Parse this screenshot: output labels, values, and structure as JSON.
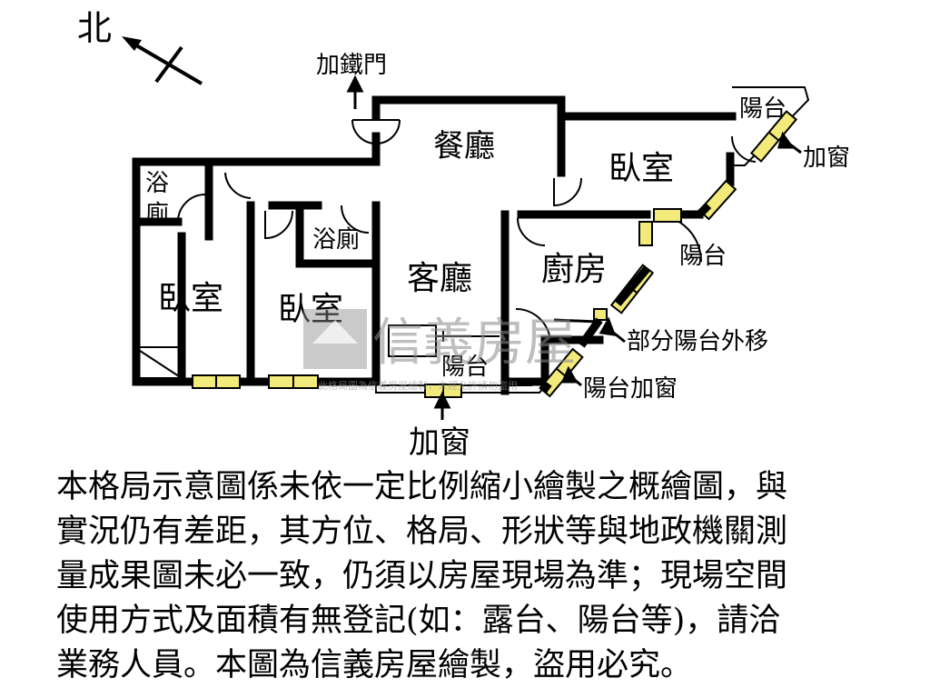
{
  "compass": {
    "label": "北"
  },
  "rooms": {
    "dining": "餐廳",
    "bedroom_top": "臥室",
    "bath_left_1": "浴",
    "bath_left_2": "廁",
    "bath_mid": "浴廁",
    "living": "客廳",
    "kitchen": "廚房",
    "bedroom_left": "臥室",
    "bedroom_mid": "臥室",
    "balcony_top": "陽台",
    "balcony_right": "陽台",
    "balcony_bottom": "陽台"
  },
  "callouts": {
    "iron_door": "加鐵門",
    "window_top": "加窗",
    "partial_balcony": "部分陽台外移",
    "balcony_window": "陽台加窗",
    "window_bottom": "加窗"
  },
  "watermark": {
    "brand": "信義房屋",
    "small": "此格局圖為信義房屋繪製，未經允許請勿盜用"
  },
  "disclaimer": {
    "lines": [
      "本格局示意圖係未依一定比例縮小繪製之概繪圖，與",
      "實況仍有差距，其方位、格局、形狀等與地政機關測",
      "量成果圖未必一致，仍須以房屋現場為準；現場空間",
      "使用方式及面積有無登記(如：露台、陽台等)，請洽",
      "業務人員。本圖為信義房屋繪製，盜用必究。"
    ]
  },
  "colors": {
    "wall": "#000000",
    "window": "#f2ea7a",
    "watermark": "#8a8a8a"
  }
}
